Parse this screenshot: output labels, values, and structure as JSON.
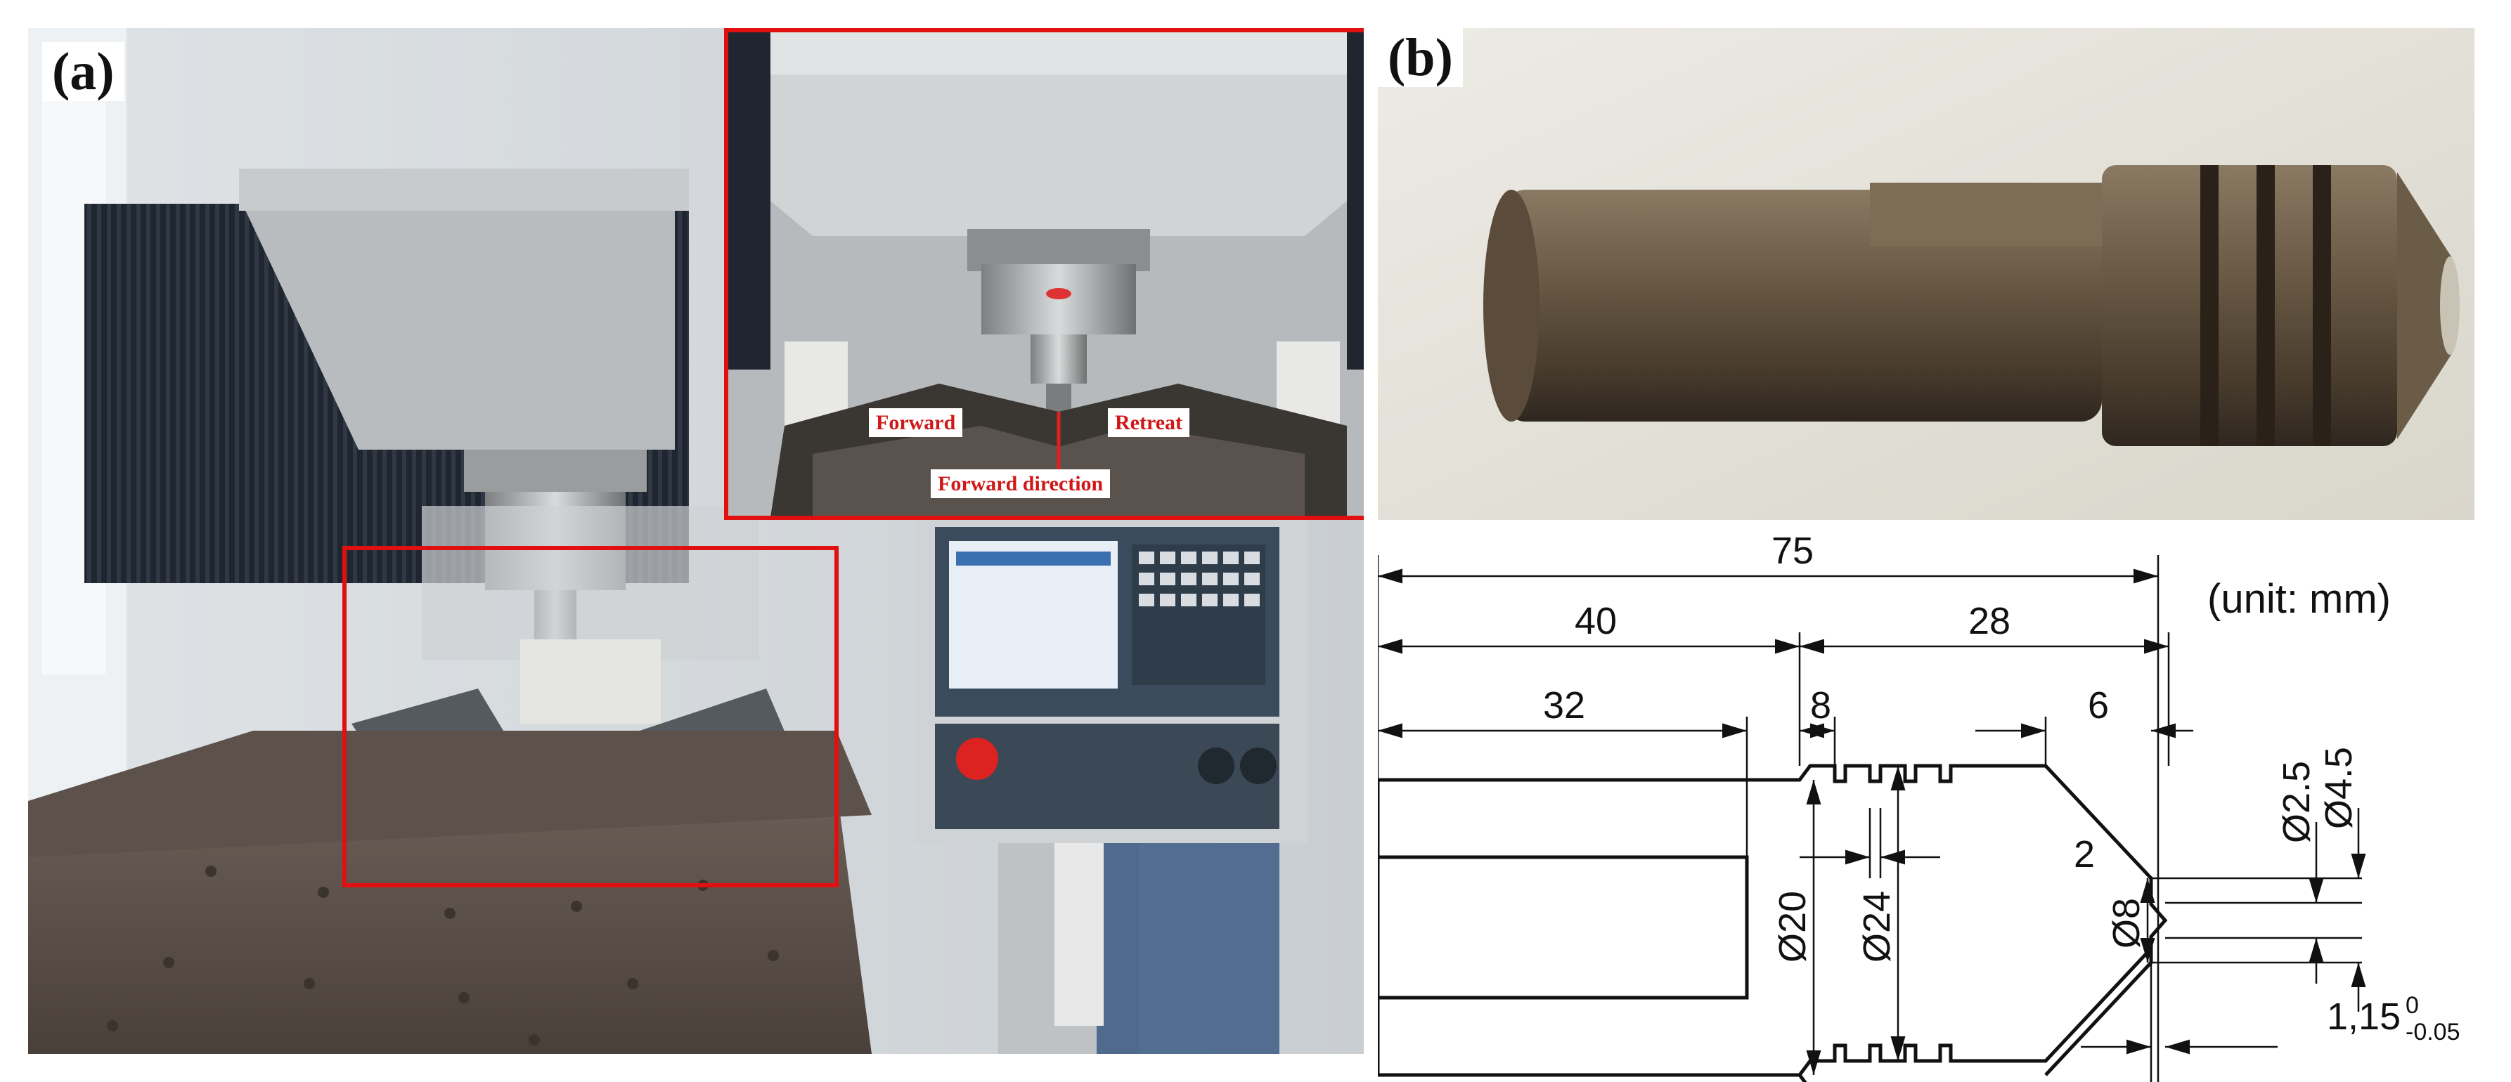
{
  "panel_a": {
    "label": "(a)",
    "inset_labels": {
      "forward": "Forward",
      "retreat": "Retreat",
      "forward_direction": "Forward direction"
    }
  },
  "panel_b": {
    "label": "(b)",
    "drawing": {
      "unit_label": "(unit: mm)",
      "dim_total": "75",
      "dim_40": "40",
      "dim_28": "28",
      "dim_32": "32",
      "dim_8": "8",
      "dim_6": "6",
      "dim_2": "2",
      "dia_20": "Ø20",
      "dia_24": "Ø24",
      "dia_8": "Ø8",
      "dia_2_5": "Ø2.5",
      "dia_4_5": "Ø4.5",
      "tol_base": "1,15",
      "tol_upper": "0",
      "tol_lower": "-0.05"
    }
  },
  "colors": {
    "highlight_box": "#e01010",
    "annotation_text": "#d01818"
  }
}
